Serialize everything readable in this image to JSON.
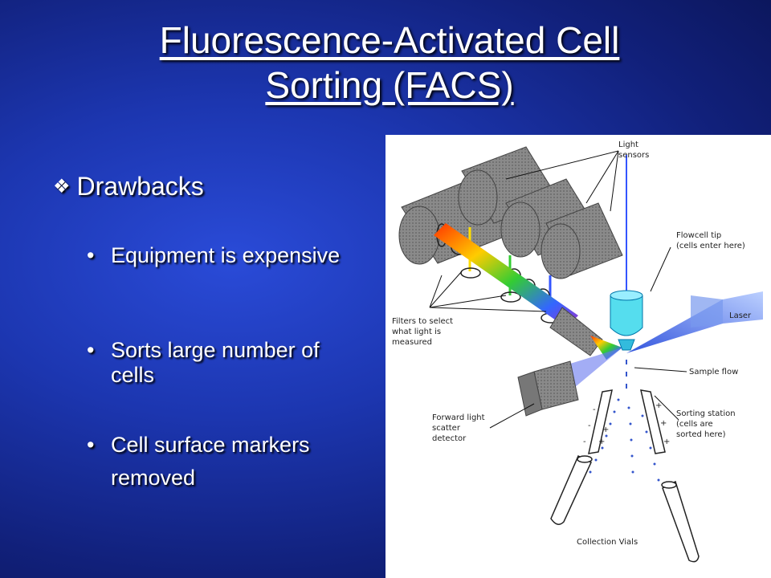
{
  "slide": {
    "title_line1": "Fluorescence-Activated Cell",
    "title_line2": "Sorting (FACS)",
    "heading": "Drawbacks",
    "heading_icon": "diamond-bullet-icon",
    "bullets": [
      "Equipment is expensive",
      "Sorts large number of cells",
      "Cell surface markers"
    ],
    "bullet_continuation": "removed"
  },
  "figure": {
    "labels": {
      "light_sensors_1": "Light",
      "light_sensors_2": "sensors",
      "flowcell_1": "Flowcell tip",
      "flowcell_2": "(cells enter here)",
      "laser": "Laser",
      "filters_1": "Filters to select",
      "filters_2": "what light is",
      "filters_3": "measured",
      "sample_flow": "Sample flow",
      "forward_1": "Forward light",
      "forward_2": "scatter",
      "forward_3": "detector",
      "sorting_1": "Sorting station",
      "sorting_2": "(cells are",
      "sorting_3": "sorted here)",
      "collection": "Collection Vials"
    }
  }
}
